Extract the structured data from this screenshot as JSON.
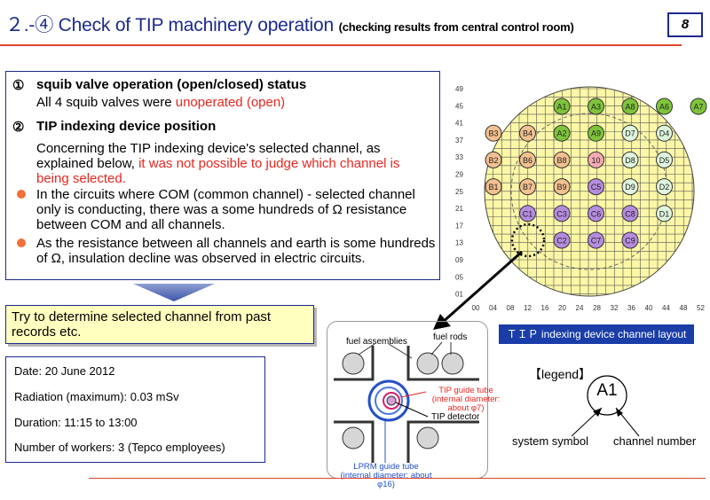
{
  "header": {
    "title_main": "２.-④ Check of TIP machinery operation",
    "title_sub": "(checking results from central control room)",
    "page_number": "8"
  },
  "section1": {
    "marker": "①",
    "heading": "squib valve operation (open/closed) status",
    "text_a": "All 4 squib valves were ",
    "text_b": "unoperated (open)"
  },
  "section2": {
    "marker": "②",
    "heading": "TIP indexing device position",
    "intro_a": "Concerning the TIP indexing device's selected channel, as explained below, ",
    "intro_b": "it was not possible to judge which channel is being selected.",
    "bullet1": "In the circuits where COM (common channel) - selected channel only is conducting, there was a some hundreds of Ω resistance between COM and all channels.",
    "bullet2": "As the resistance between all channels and earth is some hundreds of Ω, insulation decline was observed in electric circuits."
  },
  "action": {
    "text": "Try to determine selected channel from past records etc."
  },
  "work_info": {
    "date": "Date: 20 June 2012",
    "radiation": "Radiation (maximum): 0.03 mSv",
    "duration": "Duration: 11:15 to 13:00",
    "workers": "Number of workers: 3 (Tepco employees)"
  },
  "channel_map": {
    "caption": "ＴＩＰ indexing device channel layout",
    "y_ticks": [
      "49",
      "45",
      "41",
      "37",
      "33",
      "29",
      "25",
      "21",
      "17",
      "13",
      "09",
      "05",
      "01"
    ],
    "x_ticks": [
      "00",
      "04",
      "08",
      "12",
      "16",
      "20",
      "24",
      "28",
      "32",
      "36",
      "40",
      "44",
      "48",
      "52"
    ],
    "channels": [
      {
        "label": "A1",
        "col": 2,
        "row": 1,
        "group": "A"
      },
      {
        "label": "A3",
        "col": 3,
        "row": 1,
        "group": "A"
      },
      {
        "label": "A8",
        "col": 4,
        "row": 1,
        "group": "A"
      },
      {
        "label": "A6",
        "col": 5,
        "row": 1,
        "group": "A"
      },
      {
        "label": "A7",
        "col": 6,
        "row": 1,
        "group": "A"
      },
      {
        "label": "B3",
        "col": 0,
        "row": 2,
        "group": "B"
      },
      {
        "label": "B4",
        "col": 1,
        "row": 2,
        "group": "B"
      },
      {
        "label": "A2",
        "col": 2,
        "row": 2,
        "group": "A"
      },
      {
        "label": "A9",
        "col": 3,
        "row": 2,
        "group": "A"
      },
      {
        "label": "D7",
        "col": 4,
        "row": 2,
        "group": "D"
      },
      {
        "label": "D4",
        "col": 5,
        "row": 2,
        "group": "D"
      },
      {
        "label": "B2",
        "col": 0,
        "row": 3,
        "group": "B"
      },
      {
        "label": "B6",
        "col": 1,
        "row": 3,
        "group": "B"
      },
      {
        "label": "B8",
        "col": 2,
        "row": 3,
        "group": "B"
      },
      {
        "label": "10",
        "col": 3,
        "row": 3,
        "group": "X"
      },
      {
        "label": "D8",
        "col": 4,
        "row": 3,
        "group": "D"
      },
      {
        "label": "D5",
        "col": 5,
        "row": 3,
        "group": "D"
      },
      {
        "label": "B1",
        "col": 0,
        "row": 4,
        "group": "B"
      },
      {
        "label": "B7",
        "col": 1,
        "row": 4,
        "group": "B"
      },
      {
        "label": "B9",
        "col": 2,
        "row": 4,
        "group": "B"
      },
      {
        "label": "C5",
        "col": 3,
        "row": 4,
        "group": "C"
      },
      {
        "label": "D9",
        "col": 4,
        "row": 4,
        "group": "D"
      },
      {
        "label": "D2",
        "col": 5,
        "row": 4,
        "group": "D"
      },
      {
        "label": "C1",
        "col": 1,
        "row": 5,
        "group": "C"
      },
      {
        "label": "C3",
        "col": 2,
        "row": 5,
        "group": "C"
      },
      {
        "label": "C6",
        "col": 3,
        "row": 5,
        "group": "C"
      },
      {
        "label": "C8",
        "col": 4,
        "row": 5,
        "group": "C"
      },
      {
        "label": "D1",
        "col": 5,
        "row": 5,
        "group": "D"
      },
      {
        "label": "C2",
        "col": 2,
        "row": 6,
        "group": "C"
      },
      {
        "label": "C7",
        "col": 3,
        "row": 6,
        "group": "C"
      },
      {
        "label": "C9",
        "col": 4,
        "row": 6,
        "group": "C"
      }
    ],
    "group_colors": {
      "A": "#7ec43a",
      "B": "#f3c08f",
      "C": "#b58cde",
      "D": "#dff5dd",
      "X": "#f6aab1"
    }
  },
  "detail": {
    "fuel_assemblies": "fuel assemblies",
    "fuel_rods": "fuel rods",
    "tip_guide_tube": "TIP guide tube (internal diameter: about φ7)",
    "tip_detector": "TIP detector",
    "lprm_guide_tube": "LPRM guide tube (internal diameter: about φ16)"
  },
  "legend": {
    "title": "【legend】",
    "example": "A1",
    "system_symbol": "system symbol",
    "channel_number": "channel number"
  }
}
